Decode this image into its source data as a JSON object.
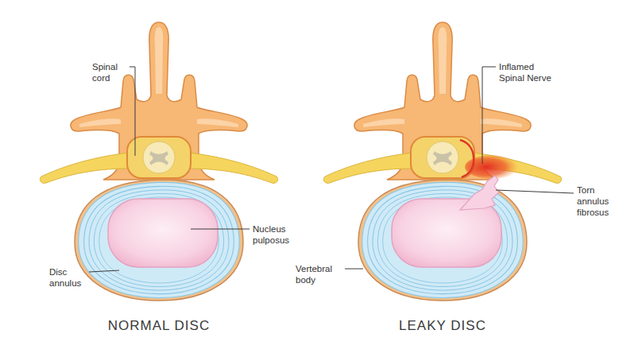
{
  "diagram": {
    "labels": [
      "Spinal cord",
      "Nucleus pulposus",
      "Disc annulus",
      "NORMAL DISC",
      "Inflamed Spinal Nerve",
      "Torn annulus fibrosus",
      "Vertebral body",
      "LEAKY DISC"
    ]
  }
}
